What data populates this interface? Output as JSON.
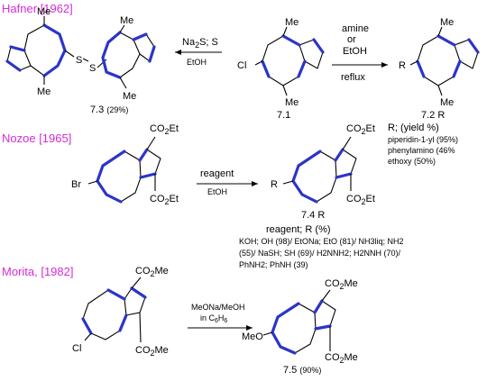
{
  "colors": {
    "section_header": "#d62bd6",
    "highlight_bond": "#2b35c9",
    "substituent": "#c0392b"
  },
  "sections": [
    {
      "header": "Hafner [1962]",
      "left_product": {
        "label": "7.3",
        "yield": "(29%)",
        "groups": [
          "Me",
          "Me",
          "S",
          "S",
          "Me",
          "Me"
        ]
      },
      "left_arrow": {
        "above": "Na2S; S",
        "below": "EtOH"
      },
      "reactant": {
        "label": "7.1",
        "groups": [
          "Me",
          "Cl",
          "Me"
        ]
      },
      "right_arrow": {
        "above_lines": [
          "amine",
          "or",
          "EtOH"
        ],
        "below": "reflux"
      },
      "right_product": {
        "label": "7.2 R",
        "groups": [
          "Me",
          "R",
          "Me"
        ]
      },
      "yield_title": "R; (yield %)",
      "yields": [
        "piperidin-1-yl (95%)",
        "phenylamino (46%",
        "ethoxy (50%)"
      ]
    },
    {
      "header": "Nozoe [1965]",
      "reactant": {
        "groups": [
          "CO2Et",
          "Br",
          "CO2Et"
        ]
      },
      "arrow": {
        "above": "reagent",
        "below": "EtOH"
      },
      "product": {
        "label": "7.4 R",
        "groups": [
          "CO2Et",
          "R",
          "CO2Et"
        ]
      },
      "reagent_title": "reagent; R (%)",
      "reagent_lines": [
        "KOH; OH (98)/ EtONa; EtO (81)/ NH3liq; NH2",
        "(55)/ NaSH; SH (69)/ H2NNH2; H2NNH (70)/",
        "PhNH2; PhNH (39)"
      ]
    },
    {
      "header": "Morita, [1982]",
      "reactant": {
        "groups": [
          "CO2Me",
          "Cl",
          "CO2Me"
        ]
      },
      "arrow": {
        "above": "MeONa/MeOH",
        "below": "in C6H6"
      },
      "product": {
        "label": "7.5",
        "yield": "(90%)",
        "groups": [
          "CO2Me",
          "MeO",
          "CO2Me"
        ]
      }
    }
  ]
}
